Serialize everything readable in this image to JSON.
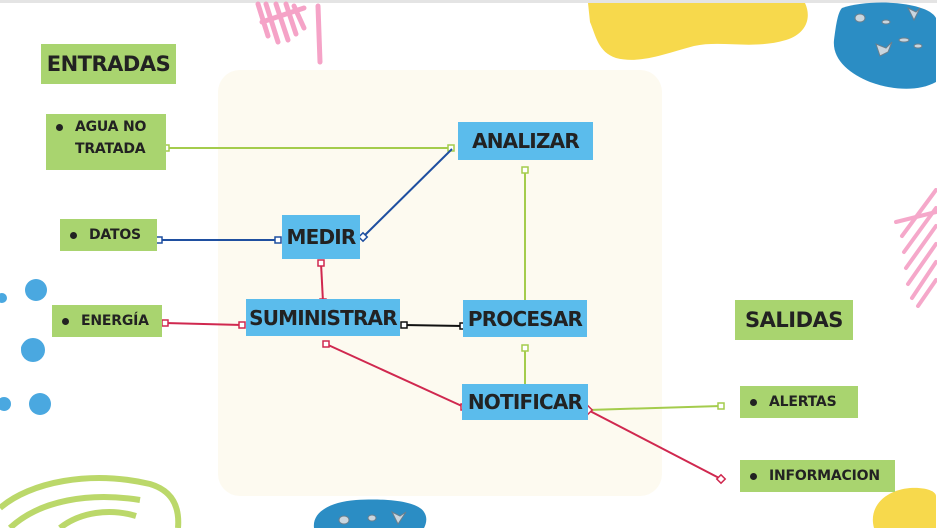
{
  "headings": {
    "inputs": "ENTRADAS",
    "outputs": "SALIDAS"
  },
  "inputs": {
    "water": {
      "line1": "AGUA NO",
      "line2": "TRATADA"
    },
    "data": "DATOS",
    "energy": "ENERGÍA"
  },
  "processes": {
    "measure": "MEDIR",
    "analyze": "ANALIZAR",
    "supply": "SUMINISTRAR",
    "process": "PROCESAR",
    "notify": "NOTIFICAR"
  },
  "outputs": {
    "alerts": "ALERTAS",
    "information": "INFORMACION"
  },
  "colors": {
    "green_box": "#a9d46f",
    "blue_box": "#5bbcec",
    "line_green": "#a4cc4c",
    "line_blue": "#1f4fa0",
    "line_red": "#d0284f",
    "line_black": "#111111",
    "deco_pink": "#f49ac1",
    "deco_yellow": "#f7d94c",
    "deco_blue": "#2b8dc4"
  }
}
